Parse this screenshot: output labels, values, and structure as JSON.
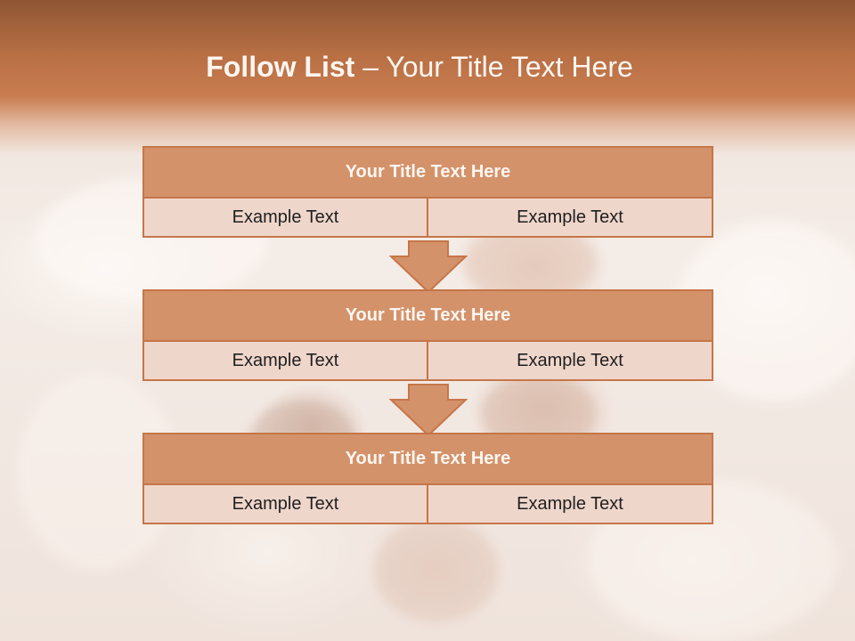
{
  "slide": {
    "title_bold": "Follow List ",
    "title_rest": " – Your Title Text Here"
  },
  "blocks": [
    {
      "title": "Your Title Text Here",
      "left_text": "Example Text",
      "right_text": "Example Text"
    },
    {
      "title": "Your Title Text Here",
      "left_text": "Example Text",
      "right_text": "Example Text"
    },
    {
      "title": "Your Title Text Here",
      "left_text": "Example Text",
      "right_text": "Example Text"
    }
  ],
  "colors": {
    "header_brown": "#b86f44",
    "box_title_fill": "#d4926a",
    "box_border": "#c57648",
    "cell_fill": "#efd6cb",
    "arrow_fill": "#d4926a"
  },
  "icons": [
    "down-arrow-icon",
    "down-arrow-icon"
  ]
}
